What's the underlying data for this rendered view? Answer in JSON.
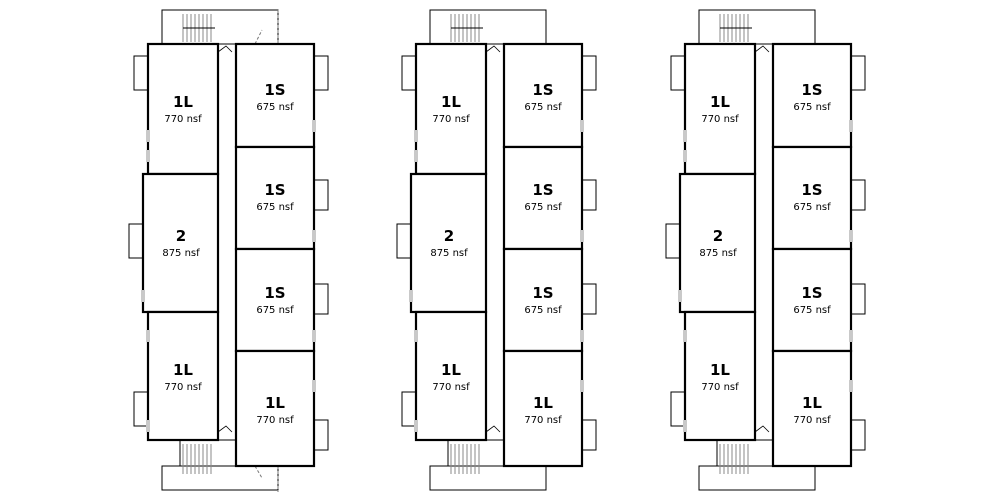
{
  "buildings": [
    {
      "units": [
        {
          "type": "1L",
          "area": "770 nsf"
        },
        {
          "type": "2",
          "area": "875 nsf"
        },
        {
          "type": "1L",
          "area": "770 nsf"
        },
        {
          "type": "1S",
          "area": "675 nsf"
        },
        {
          "type": "1S",
          "area": "675 nsf"
        },
        {
          "type": "1S",
          "area": "675 nsf"
        },
        {
          "type": "1L",
          "area": "770 nsf"
        }
      ]
    },
    {
      "units": [
        {
          "type": "1L",
          "area": "770 nsf"
        },
        {
          "type": "2",
          "area": "875 nsf"
        },
        {
          "type": "1L",
          "area": "770 nsf"
        },
        {
          "type": "1S",
          "area": "675 nsf"
        },
        {
          "type": "1S",
          "area": "675 nsf"
        },
        {
          "type": "1S",
          "area": "675 nsf"
        },
        {
          "type": "1L",
          "area": "770 nsf"
        }
      ]
    },
    {
      "units": [
        {
          "type": "1L",
          "area": "770 nsf"
        },
        {
          "type": "2",
          "area": "875 nsf"
        },
        {
          "type": "1L",
          "area": "770 nsf"
        },
        {
          "type": "1S",
          "area": "675 nsf"
        },
        {
          "type": "1S",
          "area": "675 nsf"
        },
        {
          "type": "1S",
          "area": "675 nsf"
        },
        {
          "type": "1L",
          "area": "770 nsf"
        }
      ]
    }
  ]
}
